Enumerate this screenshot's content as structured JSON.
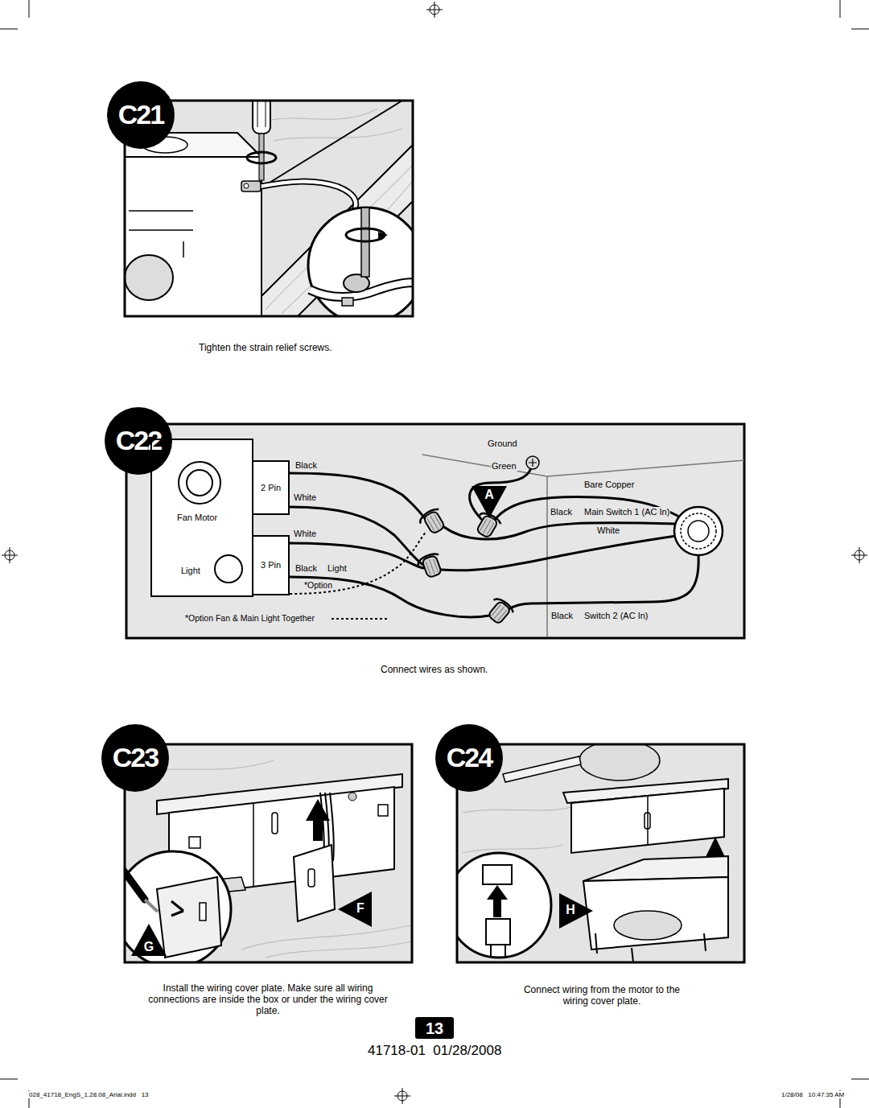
{
  "diagram": {
    "nodes": [
      {
        "text": [
          "C21"
        ]
      },
      {
        "text": [
          "C22"
        ]
      },
      {
        "text": [
          "Fan Motor",
          "Light"
        ]
      },
      {
        "text": [
          "2 Pin"
        ]
      },
      {
        "text": [
          "3 Pin"
        ]
      },
      {
        "text": [
          "A"
        ]
      },
      {
        "text": [
          "C23"
        ]
      },
      {
        "text": [
          "C24"
        ]
      },
      {
        "text": [
          "F"
        ]
      },
      {
        "text": [
          "G"
        ]
      },
      {
        "text": [
          "H"
        ]
      },
      {
        "text": [
          "13"
        ]
      }
    ],
    "labels": [
      "Tighten the strain relief screws.",
      "Ground",
      "Green",
      "Black",
      "White",
      "White",
      "Black",
      "Light",
      "*Option",
      "Bare Copper",
      "Black",
      "Main Switch 1 (AC In)",
      "White",
      "Black",
      "Switch 2 (AC In)",
      "Connect wires as shown.",
      "Install the wiring cover plate. Make sure all wiring connections are inside the box or under the wiring cover plate.",
      "Connect wiring from the motor to the wiring cover plate.",
      "41718-01  01/28/2008",
      "028_41718_EngS_1.28.08_Arial.indd   13",
      "1/28/08   10:47:35 AM"
    ],
    "legend": [
      {
        "text": "*Option Fan & Main Light Together"
      }
    ]
  }
}
